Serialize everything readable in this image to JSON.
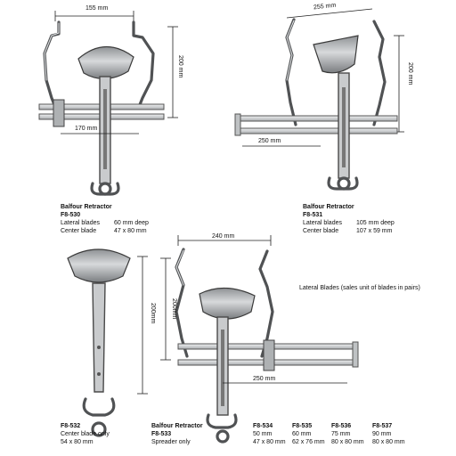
{
  "items": [
    {
      "title": "Balfour Retractor",
      "code": "F8-530",
      "specs": [
        {
          "label": "Lateral blades",
          "value": "60 mm deep"
        },
        {
          "label": "Center blade",
          "value": "47 x 80 mm"
        }
      ],
      "dims": {
        "width": "155 mm",
        "height": "200 mm",
        "bar": "170 mm"
      }
    },
    {
      "title": "Balfour Retractor",
      "code": "F8-531",
      "specs": [
        {
          "label": "Lateral blades",
          "value": "105 mm deep"
        },
        {
          "label": "Center blade",
          "value": "107 x 59 mm"
        }
      ],
      "dims": {
        "width": "255 mm",
        "height": "200 mm",
        "bar": "250 mm"
      }
    },
    {
      "code": "F8-532",
      "specs": [
        {
          "label": "Center blade only",
          "value": ""
        },
        {
          "label": "54 x 80 mm",
          "value": ""
        }
      ],
      "dims": {
        "height": "200mm"
      }
    },
    {
      "title": "Balfour Retractor",
      "code": "F8-533",
      "specs": [
        {
          "label": "Spreader only",
          "value": ""
        }
      ],
      "dims": {
        "width": "240 mm",
        "height": "200mm",
        "bar": "250 mm"
      }
    }
  ],
  "lateral_blades_note": "Lateral Blades (sales unit of blades in pairs)",
  "lateral_models": [
    {
      "code": "F8-534",
      "depth": "50 mm",
      "size": "47 x 80 mm"
    },
    {
      "code": "F8-535",
      "depth": "60 mm",
      "size": "62 x 76 mm"
    },
    {
      "code": "F8-536",
      "depth": "75 mm",
      "size": "80 x 80 mm"
    },
    {
      "code": "F8-537",
      "depth": "90 mm",
      "size": "80 x 80 mm"
    }
  ]
}
